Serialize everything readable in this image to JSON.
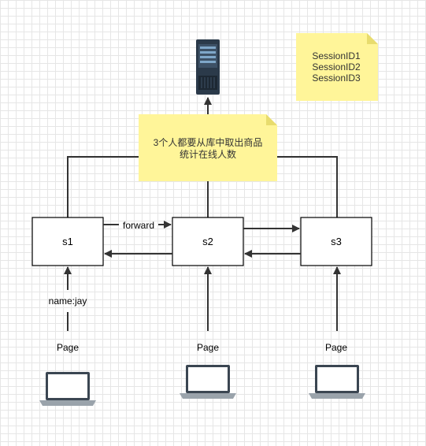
{
  "server": {
    "icon": "server-icon"
  },
  "note_sessions": {
    "lines": [
      "SessionID1",
      "SessionID2",
      "SessionID3"
    ]
  },
  "note_db": {
    "lines": [
      "3个人都要从库中取出商品",
      "统计在线人数"
    ]
  },
  "nodes": [
    {
      "label": "s1"
    },
    {
      "label": "s2"
    },
    {
      "label": "s3"
    }
  ],
  "edge_labels": {
    "forward": "forward",
    "name_param": "name:jay"
  },
  "clients": [
    {
      "label": "Page",
      "icon": "laptop-icon"
    },
    {
      "label": "Page",
      "icon": "laptop-icon"
    },
    {
      "label": "Page",
      "icon": "laptop-icon"
    }
  ],
  "colors": {
    "note_fill": "#fff599",
    "line": "#333333",
    "server_body": "#2b3a4a"
  }
}
